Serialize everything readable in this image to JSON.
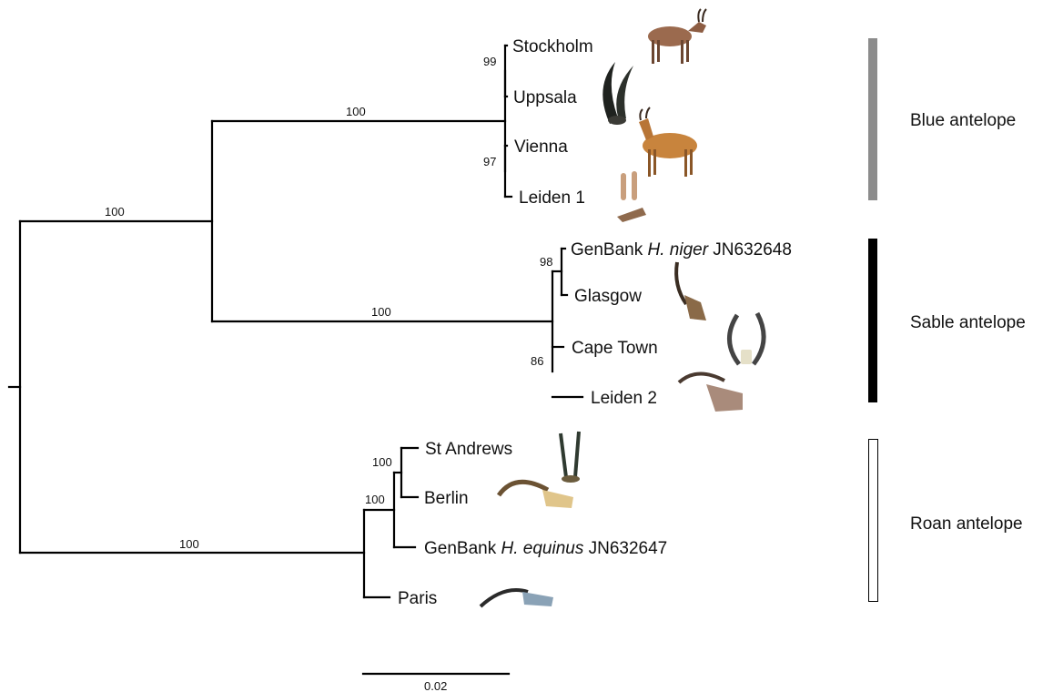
{
  "tips": {
    "stockholm": "Stockholm",
    "uppsala": "Uppsala",
    "vienna": "Vienna",
    "leiden1": "Leiden 1",
    "genbank_niger_prefix": "GenBank ",
    "genbank_niger_species": "H. niger",
    "genbank_niger_acc": " JN632648",
    "glasgow": "Glasgow",
    "capetown": "Cape Town",
    "leiden2": "Leiden 2",
    "standrews": "St Andrews",
    "berlin": "Berlin",
    "genbank_equinus_prefix": "GenBank ",
    "genbank_equinus_species": "H. equinus",
    "genbank_equinus_acc": " JN632647",
    "paris": "Paris"
  },
  "support": {
    "blue_stem": "100",
    "blue_sable_stem": "100",
    "sable_stem": "100",
    "roan_stem": "100",
    "stockholm_uppsala": "99",
    "vienna_leiden1": "97",
    "niger_glasgow": "98",
    "capetown_leiden2": "86",
    "standrews_berlin": "100",
    "roan_inner": "100"
  },
  "clades": {
    "blue": {
      "label": "Blue antelope",
      "color": "#8c8c8c"
    },
    "sable": {
      "label": "Sable antelope",
      "color": "#000000"
    },
    "roan": {
      "label": "Roan antelope",
      "color": "#ffffff"
    }
  },
  "scale_bar": {
    "label": "0.02"
  },
  "illustrations": {
    "stockholm": "antelope-mount-icon",
    "uppsala": "horn-icon",
    "vienna": "antelope-mount-icon",
    "leiden1": "bone-fragment-icon",
    "glasgow": "skull-icon",
    "capetown": "horn-pair-icon",
    "leiden2": "skull-icon",
    "standrews": "horn-pair-icon",
    "berlin": "skull-icon",
    "paris": "skull-icon"
  }
}
